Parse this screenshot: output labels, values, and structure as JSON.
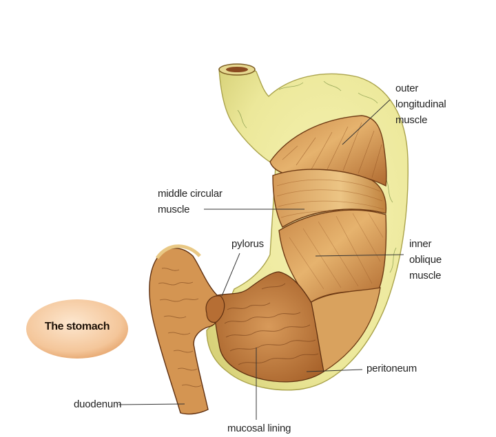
{
  "diagram": {
    "badge": "The stomach",
    "labels": {
      "outer": [
        "outer",
        "longitudinal",
        "muscle"
      ],
      "middle": [
        "middle circular",
        "muscle"
      ],
      "pylorus": "pylorus",
      "inner": [
        "inner",
        "oblique",
        "muscle"
      ],
      "peritoneum": "peritoneum",
      "duodenum": "duodenum",
      "mucosal": "mucosal lining"
    }
  },
  "colors": {
    "peritoneum_yellow": "#ecea9a",
    "muscle_light": "#dca260",
    "muscle_dark": "#8a4a1c",
    "mucosa": "#c07a3e",
    "badge_fill": "#f6cfa8",
    "leader_line": "#333333"
  }
}
